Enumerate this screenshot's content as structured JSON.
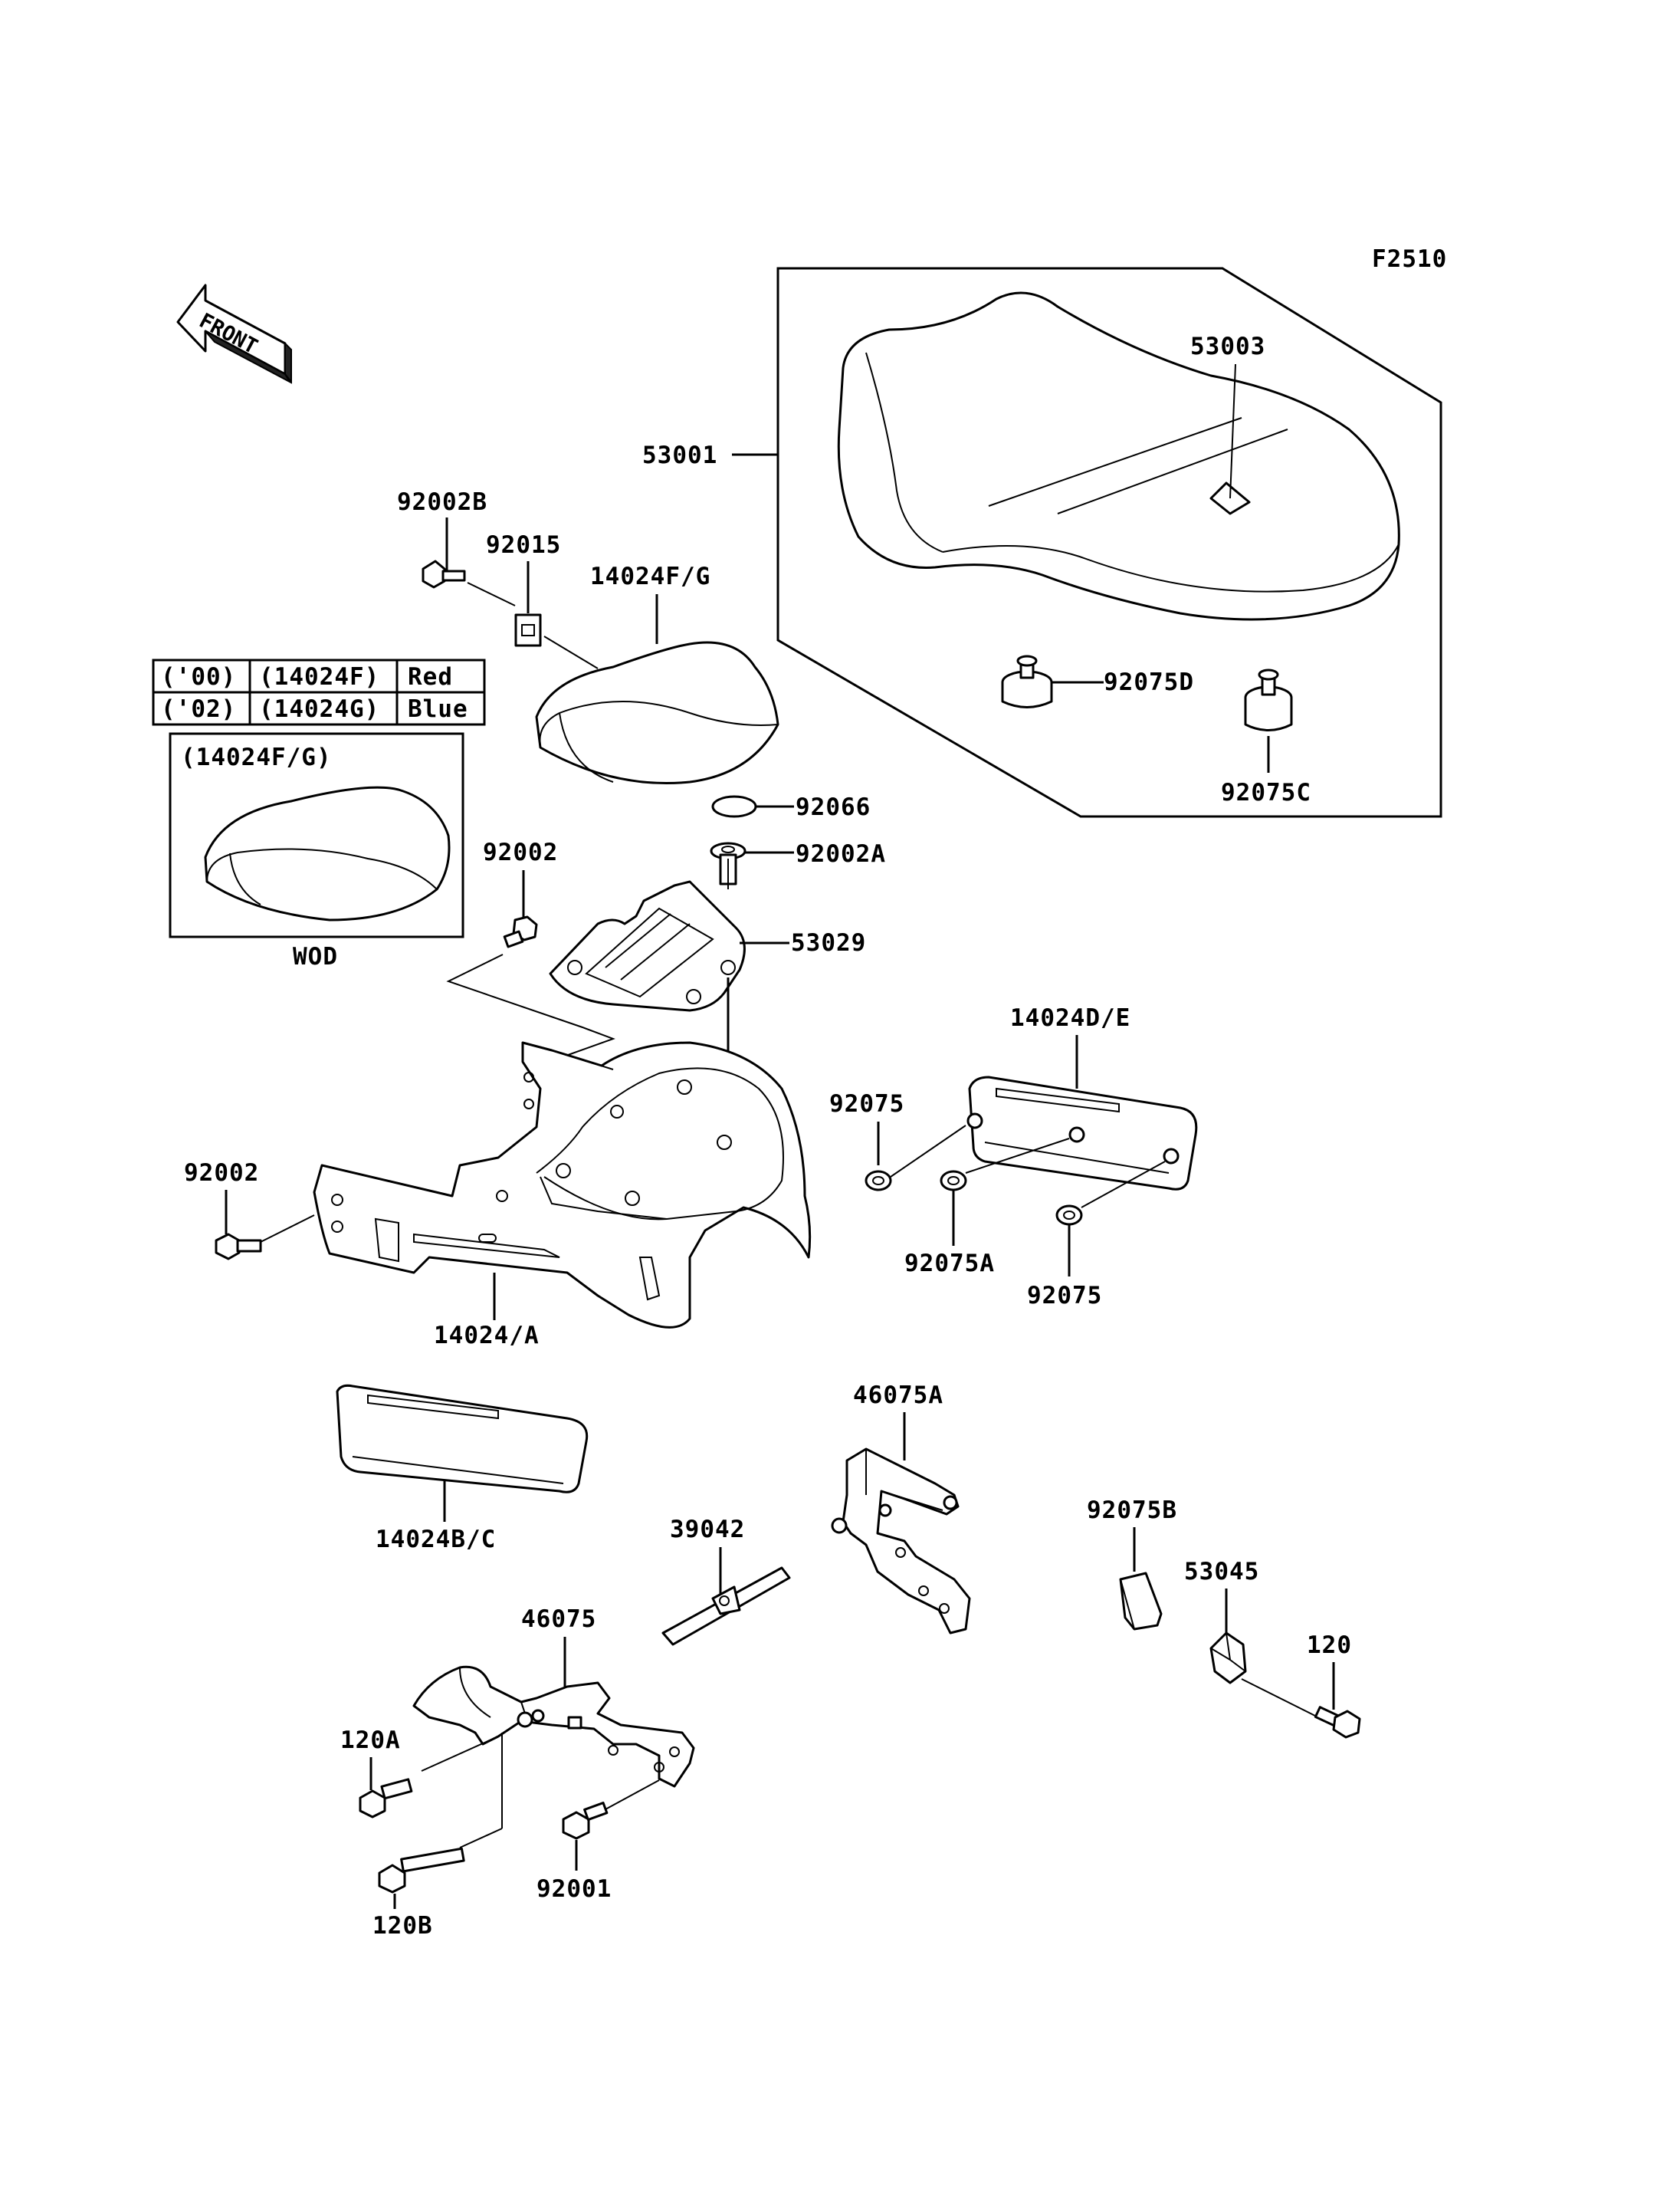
{
  "figure_code": "F2510",
  "front_label": "FRONT",
  "labels": {
    "p53001": "53001",
    "p53003": "53003",
    "p92075D": "92075D",
    "p92075C": "92075C",
    "p92002B": "92002B",
    "p92015": "92015",
    "p14024FG": "14024F/G",
    "p92066": "92066",
    "p92002A": "92002A",
    "p92002_top": "92002",
    "p53029": "53029",
    "p14024DE": "14024D/E",
    "p92075_a": "92075",
    "p92002_left": "92002",
    "p92075A": "92075A",
    "p92075_b": "92075",
    "p14024A": "14024/A",
    "p46075A": "46075A",
    "p14024BC": "14024B/C",
    "p39042": "39042",
    "p92075B": "92075B",
    "p53045": "53045",
    "p46075": "46075",
    "p120": "120",
    "p120A": "120A",
    "p120B": "120B",
    "p92001": "92001"
  },
  "color_table": {
    "rows": [
      {
        "year": "('00)",
        "part": "(14024F)",
        "color": "Red"
      },
      {
        "year": "('02)",
        "part": "(14024G)",
        "color": "Blue"
      }
    ]
  },
  "inset": {
    "title": "(14024F/G)",
    "caption": "WOD"
  }
}
